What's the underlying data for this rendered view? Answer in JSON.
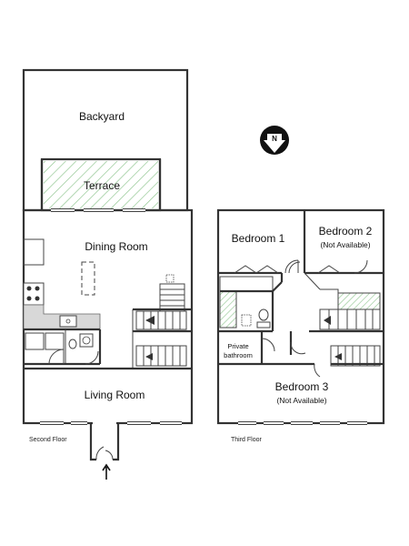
{
  "colors": {
    "wall": "#333333",
    "hatch": "#7fb87f",
    "counter": "#d8d8d8"
  },
  "second_floor": {
    "label": "Second Floor",
    "rooms": {
      "backyard": "Backyard",
      "terrace": "Terrace",
      "dining_room": "Dining Room",
      "living_room": "Living Room"
    }
  },
  "third_floor": {
    "label": "Third Floor",
    "rooms": {
      "bedroom_1": "Bedroom 1",
      "bedroom_2": "Bedroom 2",
      "bedroom_2_note": "(Not Available)",
      "bedroom_3": "Bedroom 3",
      "bedroom_3_note": "(Not Available)",
      "private_bathroom_line1": "Private",
      "private_bathroom_line2": "bathroom"
    }
  },
  "compass": {
    "letter": "N",
    "icon": "north-arrow-icon"
  },
  "entrance": {
    "icon": "entrance-arrow-icon"
  }
}
